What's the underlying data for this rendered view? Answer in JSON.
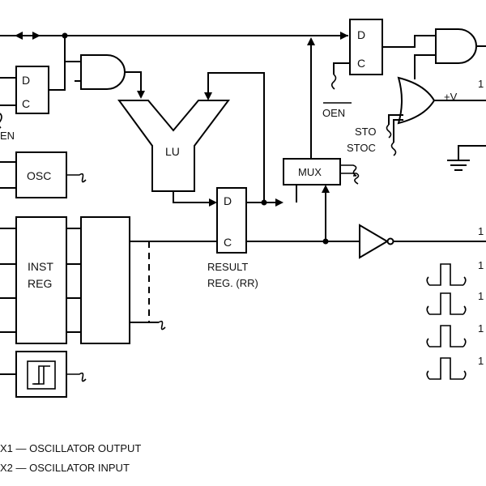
{
  "blocks": {
    "latch_left": {
      "d": "D",
      "c": "C"
    },
    "latch_top": {
      "d": "D",
      "c": "C"
    },
    "result_reg": {
      "d": "D",
      "c": "C"
    },
    "lu": "LU",
    "mux": "MUX",
    "osc": "OSC",
    "inst_reg_line1": "INST",
    "inst_reg_line2": "REG"
  },
  "labels": {
    "oen": "OEN",
    "oen_left": "EN",
    "sto": "STO",
    "stoc": "STOC",
    "plus_v": "+V",
    "result_line1": "RESULT",
    "result_line2": "REG. (RR)",
    "right_1a": "1",
    "right_1b": "1",
    "right_1c": "1",
    "right_1d": "1",
    "right_1e": "1",
    "right_1f": "1"
  },
  "legend": [
    "X1 — OSCILLATOR OUTPUT",
    "X2 — OSCILLATOR INPUT"
  ]
}
